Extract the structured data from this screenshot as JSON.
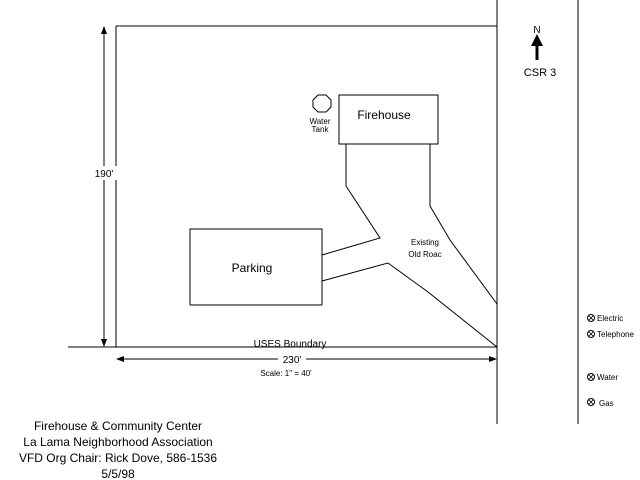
{
  "north": {
    "letter": "N",
    "road": "CSR 3"
  },
  "buildings": {
    "firehouse": "Firehouse",
    "parking": "Parking",
    "water_tank_line1": "Water",
    "water_tank_line2": "Tank"
  },
  "road": {
    "line1": "Existing",
    "line2": "Old Roac"
  },
  "dimensions": {
    "height": "190'",
    "width": "230'",
    "scale": "Scale: 1\" = 40'",
    "boundary": "USES Boundary"
  },
  "legend": {
    "electric": "Electric",
    "telephone": "Telephone",
    "water": "Water",
    "gas": "Gas"
  },
  "caption": {
    "line1": "Firehouse & Community Center",
    "line2": "La Lama Neighborhood Association",
    "line3": "VFD Org Chair: Rick Dove, 586-1536",
    "line4": "5/5/98"
  }
}
